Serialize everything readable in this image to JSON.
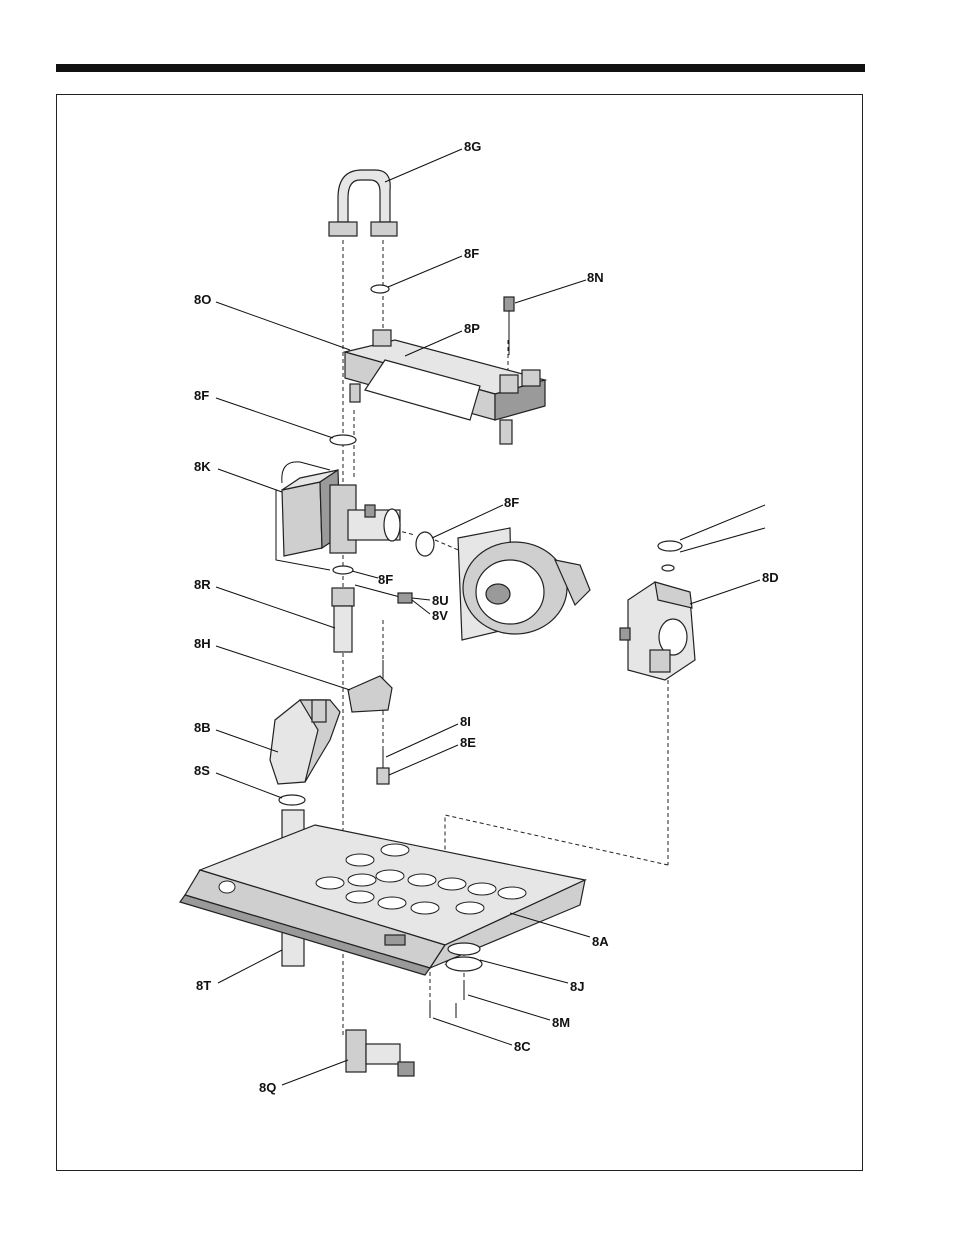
{
  "labels": {
    "g": "8G",
    "f_top": "8F",
    "n": "8N",
    "o": "8O",
    "p": "8P",
    "f_left": "8F",
    "k": "8K",
    "f_pump": "8F",
    "f_mid": "8F",
    "u": "8U",
    "v": "8V",
    "r": "8R",
    "d": "8D",
    "h": "8H",
    "i": "8I",
    "e": "8E",
    "b": "8B",
    "s": "8S",
    "a": "8A",
    "t": "8T",
    "j": "8J",
    "m": "8M",
    "c": "8C",
    "q": "8Q"
  }
}
